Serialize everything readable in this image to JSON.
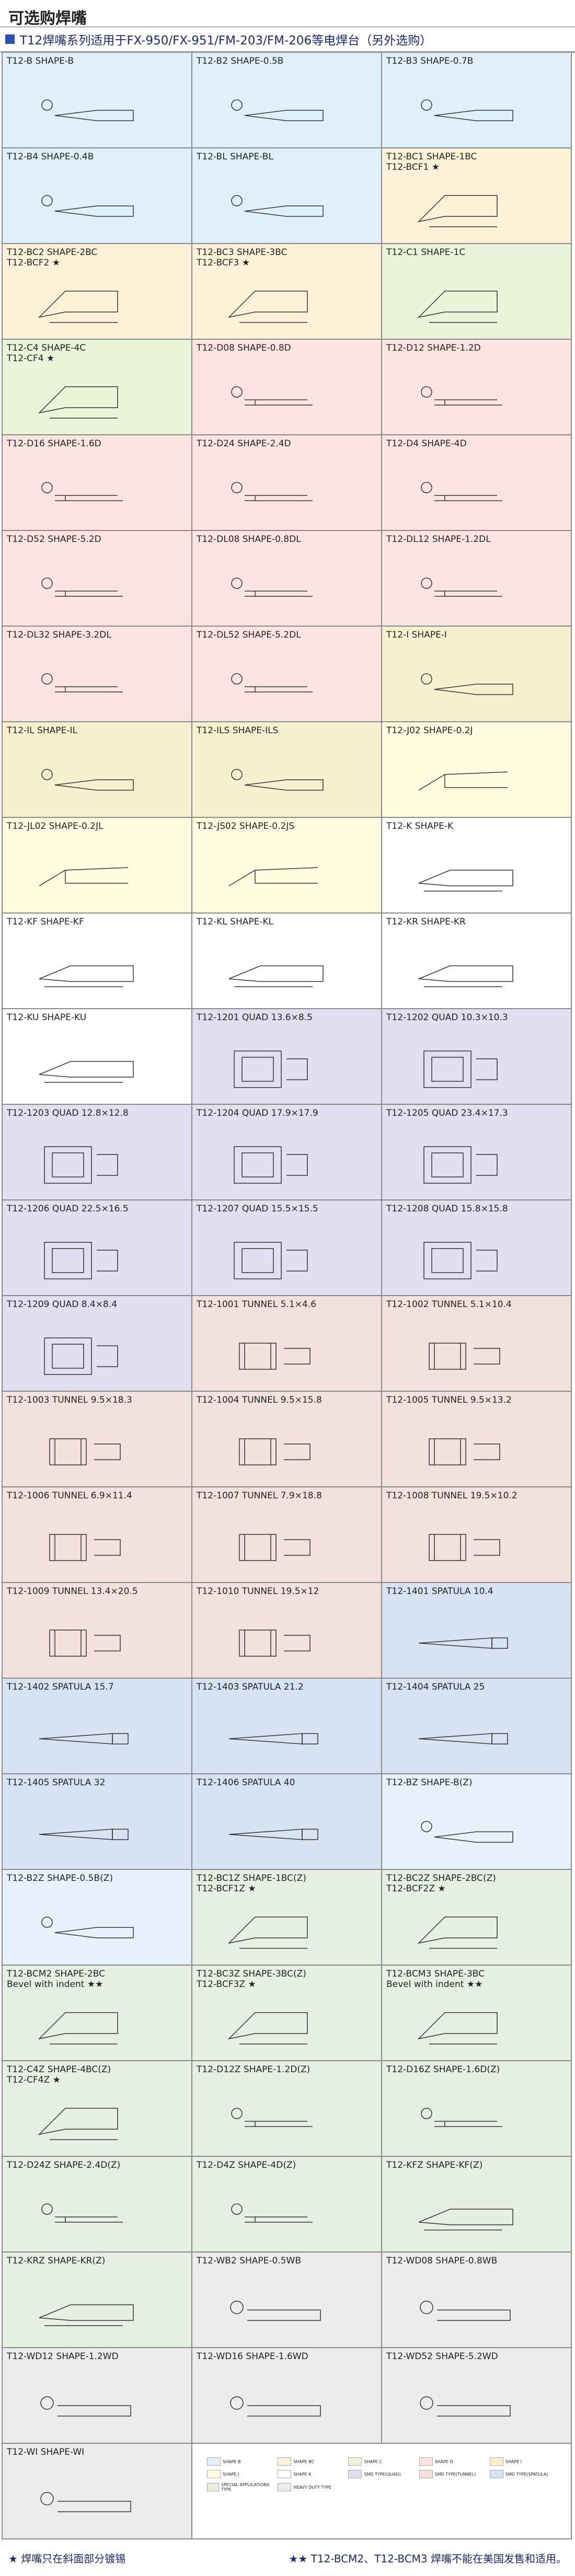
{
  "page_title": "可选购焊嘴",
  "header": "T12焊嘴系列适用于FX-950/FX-951/FM-203/FM-206等电焊台（另外选购）",
  "cells": [
    {
      "lines": [
        "T12-B SHAPE-B"
      ],
      "c": "c-b",
      "s": "b"
    },
    {
      "lines": [
        "T12-B2 SHAPE-0.5B"
      ],
      "c": "c-b",
      "s": "b"
    },
    {
      "lines": [
        "T12-B3 SHAPE-0.7B"
      ],
      "c": "c-b",
      "s": "b"
    },
    {
      "lines": [
        "T12-B4 SHAPE-0.4B"
      ],
      "c": "c-b",
      "s": "b"
    },
    {
      "lines": [
        "T12-BL SHAPE-BL"
      ],
      "c": "c-b",
      "s": "b"
    },
    {
      "lines": [
        "T12-BC1 SHAPE-1BC",
        "T12-BCF1 ★"
      ],
      "c": "c-bc",
      "s": "bc"
    },
    {
      "lines": [
        "T12-BC2 SHAPE-2BC",
        "T12-BCF2 ★"
      ],
      "c": "c-bc",
      "s": "bc"
    },
    {
      "lines": [
        "T12-BC3 SHAPE-3BC",
        "T12-BCF3 ★"
      ],
      "c": "c-bc",
      "s": "bc"
    },
    {
      "lines": [
        "T12-C1 SHAPE-1C"
      ],
      "c": "c-c",
      "s": "bc"
    },
    {
      "lines": [
        "T12-C4 SHAPE-4C",
        "T12-CF4 ★"
      ],
      "c": "c-c",
      "s": "bc"
    },
    {
      "lines": [
        "T12-D08 SHAPE-0.8D"
      ],
      "c": "c-d",
      "s": "d"
    },
    {
      "lines": [
        "T12-D12 SHAPE-1.2D"
      ],
      "c": "c-d",
      "s": "d"
    },
    {
      "lines": [
        "T12-D16 SHAPE-1.6D"
      ],
      "c": "c-d",
      "s": "d"
    },
    {
      "lines": [
        "T12-D24 SHAPE-2.4D"
      ],
      "c": "c-d",
      "s": "d"
    },
    {
      "lines": [
        "T12-D4 SHAPE-4D"
      ],
      "c": "c-d",
      "s": "d"
    },
    {
      "lines": [
        "T12-D52 SHAPE-5.2D"
      ],
      "c": "c-d",
      "s": "d"
    },
    {
      "lines": [
        "T12-DL08 SHAPE-0.8DL"
      ],
      "c": "c-d",
      "s": "d"
    },
    {
      "lines": [
        "T12-DL12 SHAPE-1.2DL"
      ],
      "c": "c-d",
      "s": "d"
    },
    {
      "lines": [
        "T12-DL32 SHAPE-3.2DL"
      ],
      "c": "c-d",
      "s": "d"
    },
    {
      "lines": [
        "T12-DL52 SHAPE-5.2DL"
      ],
      "c": "c-d",
      "s": "d"
    },
    {
      "lines": [
        "T12-I SHAPE-I"
      ],
      "c": "c-i",
      "s": "b"
    },
    {
      "lines": [
        "T12-IL SHAPE-IL"
      ],
      "c": "c-i",
      "s": "b"
    },
    {
      "lines": [
        "T12-ILS SHAPE-ILS"
      ],
      "c": "c-i",
      "s": "b"
    },
    {
      "lines": [
        "T12-J02 SHAPE-0.2J"
      ],
      "c": "c-j",
      "s": "j"
    },
    {
      "lines": [
        "T12-JL02 SHAPE-0.2JL"
      ],
      "c": "c-j",
      "s": "j"
    },
    {
      "lines": [
        "T12-JS02 SHAPE-0.2JS"
      ],
      "c": "c-j",
      "s": "j"
    },
    {
      "lines": [
        "T12-K SHAPE-K"
      ],
      "c": "c-k",
      "s": "k"
    },
    {
      "lines": [
        "T12-KF SHAPE-KF"
      ],
      "c": "c-k",
      "s": "k"
    },
    {
      "lines": [
        "T12-KL SHAPE-KL"
      ],
      "c": "c-k",
      "s": "k"
    },
    {
      "lines": [
        "T12-KR SHAPE-KR"
      ],
      "c": "c-k",
      "s": "k"
    },
    {
      "lines": [
        "T12-KU SHAPE-KU"
      ],
      "c": "c-k",
      "s": "k"
    },
    {
      "lines": [
        "T12-1201 QUAD 13.6×8.5"
      ],
      "c": "c-quad",
      "s": "q"
    },
    {
      "lines": [
        "T12-1202 QUAD 10.3×10.3"
      ],
      "c": "c-quad",
      "s": "q"
    },
    {
      "lines": [
        "T12-1203 QUAD 12.8×12.8"
      ],
      "c": "c-quad",
      "s": "q"
    },
    {
      "lines": [
        "T12-1204 QUAD 17.9×17.9"
      ],
      "c": "c-quad",
      "s": "q"
    },
    {
      "lines": [
        "T12-1205 QUAD 23.4×17.3"
      ],
      "c": "c-quad",
      "s": "q"
    },
    {
      "lines": [
        "T12-1206 QUAD 22.5×16.5"
      ],
      "c": "c-quad",
      "s": "q"
    },
    {
      "lines": [
        "T12-1207 QUAD 15.5×15.5"
      ],
      "c": "c-quad",
      "s": "q"
    },
    {
      "lines": [
        "T12-1208 QUAD 15.8×15.8"
      ],
      "c": "c-quad",
      "s": "q"
    },
    {
      "lines": [
        "T12-1209 QUAD 8.4×8.4"
      ],
      "c": "c-quad",
      "s": "q"
    },
    {
      "lines": [
        "T12-1001 TUNNEL 5.1×4.6"
      ],
      "c": "c-tun",
      "s": "t"
    },
    {
      "lines": [
        "T12-1002 TUNNEL 5.1×10.4"
      ],
      "c": "c-tun",
      "s": "t"
    },
    {
      "lines": [
        "T12-1003 TUNNEL 9.5×18.3"
      ],
      "c": "c-tun",
      "s": "t"
    },
    {
      "lines": [
        "T12-1004 TUNNEL 9.5×15.8"
      ],
      "c": "c-tun",
      "s": "t"
    },
    {
      "lines": [
        "T12-1005 TUNNEL 9.5×13.2"
      ],
      "c": "c-tun",
      "s": "t"
    },
    {
      "lines": [
        "T12-1006 TUNNEL 6.9×11.4"
      ],
      "c": "c-tun",
      "s": "t"
    },
    {
      "lines": [
        "T12-1007 TUNNEL 7.9×18.8"
      ],
      "c": "c-tun",
      "s": "t"
    },
    {
      "lines": [
        "T12-1008 TUNNEL 19.5×10.2"
      ],
      "c": "c-tun",
      "s": "t"
    },
    {
      "lines": [
        "T12-1009 TUNNEL 13.4×20.5"
      ],
      "c": "c-tun",
      "s": "t"
    },
    {
      "lines": [
        "T12-1010 TUNNEL 19.5×12"
      ],
      "c": "c-tun",
      "s": "t"
    },
    {
      "lines": [
        "T12-1401 SPATULA 10.4"
      ],
      "c": "c-spat",
      "s": "sp"
    },
    {
      "lines": [
        "T12-1402 SPATULA 15.7"
      ],
      "c": "c-spat",
      "s": "sp"
    },
    {
      "lines": [
        "T12-1403 SPATULA 21.2"
      ],
      "c": "c-spat",
      "s": "sp"
    },
    {
      "lines": [
        "T12-1404 SPATULA 25"
      ],
      "c": "c-spat",
      "s": "sp"
    },
    {
      "lines": [
        "T12-1405 SPATULA 32"
      ],
      "c": "c-spat",
      "s": "sp"
    },
    {
      "lines": [
        "T12-1406 SPATULA 40"
      ],
      "c": "c-spat",
      "s": "sp"
    },
    {
      "lines": [
        "T12-BZ SHAPE-B(Z)"
      ],
      "c": "c-smdb",
      "s": "b"
    },
    {
      "lines": [
        "T12-B2Z SHAPE-0.5B(Z)"
      ],
      "c": "c-smdb",
      "s": "b"
    },
    {
      "lines": [
        "T12-BC1Z SHAPE-1BC(Z)",
        "T12-BCF1Z ★"
      ],
      "c": "c-spec",
      "s": "bc"
    },
    {
      "lines": [
        "T12-BC2Z SHAPE-2BC(Z)",
        "T12-BCF2Z ★"
      ],
      "c": "c-spec",
      "s": "bc"
    },
    {
      "lines": [
        "T12-BCM2 SHAPE-2BC",
        "Bevel with indent ★★"
      ],
      "c": "c-spec",
      "s": "bc"
    },
    {
      "lines": [
        "T12-BC3Z SHAPE-3BC(Z)",
        "T12-BCF3Z ★"
      ],
      "c": "c-spec",
      "s": "bc"
    },
    {
      "lines": [
        "T12-BCM3 SHAPE-3BC",
        "Bevel with indent ★★"
      ],
      "c": "c-spec",
      "s": "bc"
    },
    {
      "lines": [
        "T12-C4Z SHAPE-4BC(Z)",
        "T12-CF4Z ★"
      ],
      "c": "c-spec",
      "s": "bc"
    },
    {
      "lines": [
        "T12-D12Z SHAPE-1.2D(Z)"
      ],
      "c": "c-spec",
      "s": "d"
    },
    {
      "lines": [
        "T12-D16Z SHAPE-1.6D(Z)"
      ],
      "c": "c-spec",
      "s": "d"
    },
    {
      "lines": [
        "T12-D24Z SHAPE-2.4D(Z)"
      ],
      "c": "c-spec",
      "s": "d"
    },
    {
      "lines": [
        "T12-D4Z SHAPE-4D(Z)"
      ],
      "c": "c-spec",
      "s": "d"
    },
    {
      "lines": [
        "T12-KFZ SHAPE-KF(Z)"
      ],
      "c": "c-spec",
      "s": "k"
    },
    {
      "lines": [
        "T12-KRZ SHAPE-KR(Z)"
      ],
      "c": "c-spec",
      "s": "k"
    },
    {
      "lines": [
        "T12-WB2 SHAPE-0.5WB"
      ],
      "c": "c-heavy",
      "s": "w"
    },
    {
      "lines": [
        "T12-WD08 SHAPE-0.8WB"
      ],
      "c": "c-heavy",
      "s": "w"
    },
    {
      "lines": [
        "T12-WD12 SHAPE-1.2WD"
      ],
      "c": "c-heavy",
      "s": "w"
    },
    {
      "lines": [
        "T12-WD16 SHAPE-1.6WD"
      ],
      "c": "c-heavy",
      "s": "w"
    },
    {
      "lines": [
        "T12-WD52 SHAPE-5.2WD"
      ],
      "c": "c-heavy",
      "s": "w"
    },
    {
      "lines": [
        "T12-WI SHAPE-WI"
      ],
      "c": "c-heavy",
      "s": "w"
    }
  ],
  "legend": [
    {
      "label": "SHAPE B",
      "color": "#dff0fb"
    },
    {
      "label": "SHAPE BC",
      "color": "#fdf1d7"
    },
    {
      "label": "SHAPE C",
      "color": "#eaf4d9"
    },
    {
      "label": "SHAPE D",
      "color": "#fde4e1"
    },
    {
      "label": "SHAPE I",
      "color": "#f7f0cf"
    },
    {
      "label": "SHAPE J",
      "color": "#fffce0"
    },
    {
      "label": "SHAPE K",
      "color": "#ffffff"
    },
    {
      "label": "SMD TYPE(QUAD)",
      "color": "#e2e0f0"
    },
    {
      "label": "SMD TYPE(TUNNEL)",
      "color": "#f3e1de"
    },
    {
      "label": "SMD TYPE(SPATULA)",
      "color": "#d7e3f3"
    },
    {
      "label": "SPECIAL APPLICATIONS TYPE",
      "color": "#e5f0e2"
    },
    {
      "label": "HEAVY DUTY TYPE",
      "color": "#ececec"
    }
  ],
  "footer_left": "★ 焊嘴只在斜面部分镀锡",
  "footer_right": "★★ T12-BCM2、T12-BCM3 焊嘴不能在美国发售和适用。"
}
